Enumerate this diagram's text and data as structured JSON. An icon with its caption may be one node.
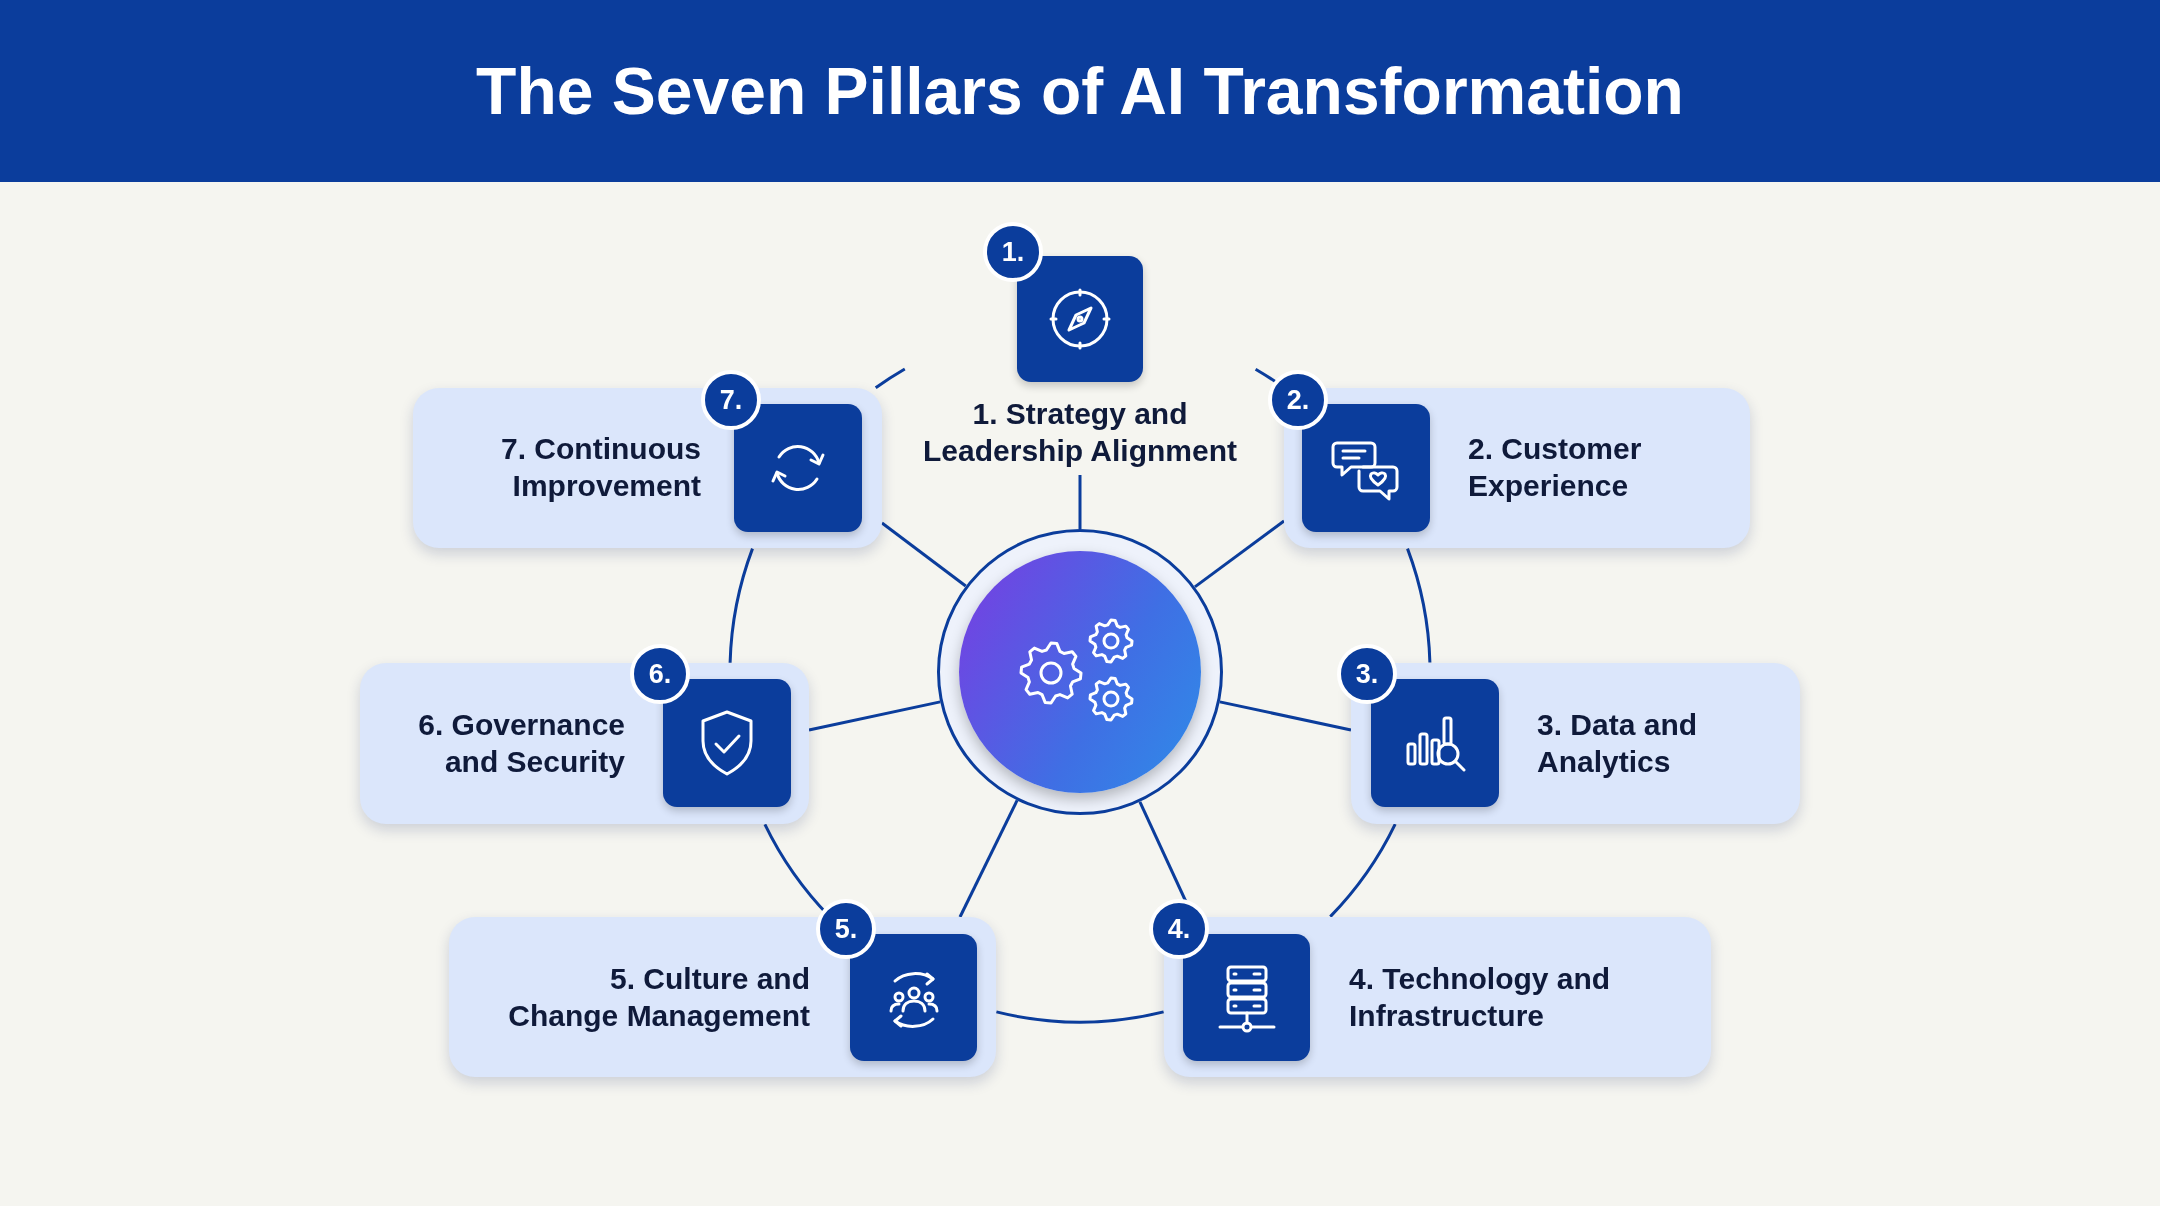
{
  "diagram": {
    "title": "The Seven Pillars of AI Transformation",
    "nodes": [
      {
        "text": [],
        "shape": "circle"
      },
      {
        "text": [
          "1.",
          "1. Strategy and Leadership Alignment"
        ]
      },
      {
        "text": [
          "7.",
          "7. Continuous Improvement"
        ]
      },
      {
        "text": [
          "2.",
          "2. Customer Experience"
        ]
      },
      {
        "text": [
          "6.",
          "6. Governance and Security"
        ]
      },
      {
        "text": [
          "3.",
          "3. Data and Analytics"
        ]
      },
      {
        "text": [
          "5.",
          "5. Culture and Change Management"
        ]
      },
      {
        "text": [
          "4.",
          "4. Technology and Infrastructure"
        ]
      }
    ],
    "edges": [
      {
        "from": 0,
        "to": 1,
        "arrow": "none"
      },
      {
        "from": 0,
        "to": 3,
        "arrow": "none"
      },
      {
        "from": 0,
        "to": 5,
        "arrow": "none"
      },
      {
        "from": 0,
        "to": 7,
        "arrow": "none"
      },
      {
        "from": 0,
        "to": 6,
        "arrow": "none"
      },
      {
        "from": 0,
        "to": 4,
        "arrow": "none"
      },
      {
        "from": 0,
        "to": 2,
        "arrow": "none"
      },
      {
        "from": 1,
        "to": 3,
        "arrow": "none"
      },
      {
        "from": 3,
        "to": 5,
        "arrow": "none"
      },
      {
        "from": 5,
        "to": 7,
        "arrow": "none"
      },
      {
        "from": 7,
        "to": 6,
        "arrow": "none"
      },
      {
        "from": 6,
        "to": 4,
        "arrow": "none"
      },
      {
        "from": 4,
        "to": 2,
        "arrow": "none"
      },
      {
        "from": 2,
        "to": 1,
        "arrow": "none"
      }
    ]
  }
}
